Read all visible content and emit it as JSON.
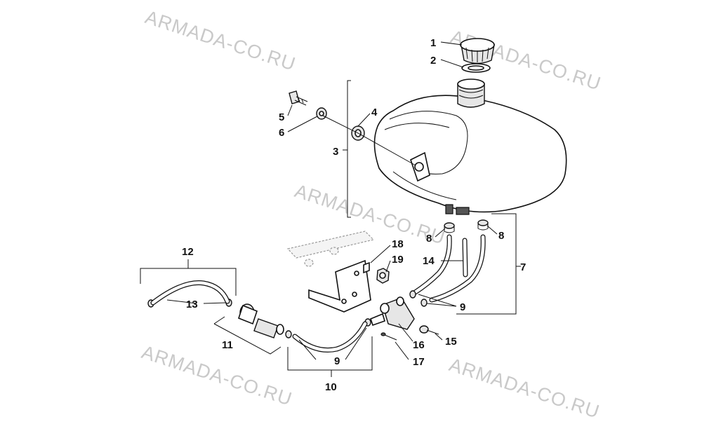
{
  "watermark": "ARMADA-CO.RU",
  "callouts": {
    "c1": "1",
    "c2": "2",
    "c3": "3",
    "c4": "4",
    "c5": "5",
    "c6": "6",
    "c7": "7",
    "c8a": "8",
    "c8b": "8",
    "c9a": "9",
    "c9b": "9",
    "c10": "10",
    "c11": "11",
    "c12": "12",
    "c13": "13",
    "c14": "14",
    "c15": "15",
    "c16": "16",
    "c17": "17",
    "c18": "18",
    "c19": "19"
  },
  "colors": {
    "line": "#111111",
    "watermark": "#c9c9c9",
    "background": "#ffffff"
  }
}
